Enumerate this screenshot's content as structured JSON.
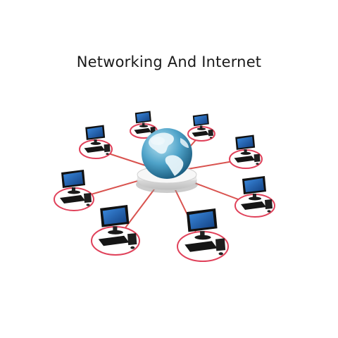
{
  "title": "Networking And Internet",
  "colors": {
    "background": "#ffffff",
    "connector": "#d9534f",
    "node_ring": "#e0415a",
    "globe_ocean": "#4fa3c9",
    "globe_land": "#e8f4fa",
    "monitor_screen": "#1f5fb0",
    "device_body": "#151515"
  },
  "diagram": {
    "hub": {
      "icon": "globe-icon",
      "label": ""
    },
    "nodes": [
      {
        "id": "n1",
        "icon": "desktop-computer-icon"
      },
      {
        "id": "n2",
        "icon": "desktop-computer-icon"
      },
      {
        "id": "n3",
        "icon": "desktop-computer-icon"
      },
      {
        "id": "n4",
        "icon": "desktop-computer-icon"
      },
      {
        "id": "n5",
        "icon": "desktop-computer-icon"
      },
      {
        "id": "n6",
        "icon": "desktop-computer-icon"
      },
      {
        "id": "n7",
        "icon": "desktop-computer-icon"
      },
      {
        "id": "n8",
        "icon": "desktop-computer-icon"
      }
    ]
  }
}
